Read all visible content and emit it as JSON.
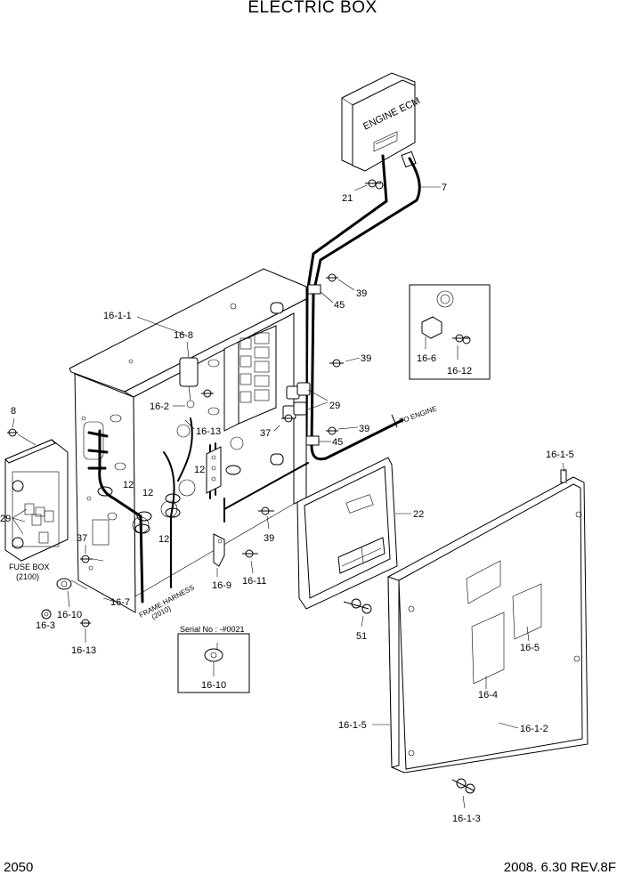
{
  "title": "ELECTRIC BOX",
  "footer": {
    "page_number": "2050",
    "revision": "2008. 6.30 REV.8F"
  },
  "components": {
    "ecm_label": "ENGINE ECM",
    "fuse_box": "FUSE BOX",
    "fuse_box_ref": "(2100)",
    "frame_harness": "FRAME HARNESS",
    "frame_harness_ref": "(2010)",
    "to_engine": "TO ENGINE",
    "serial_note": "Serial No : -#0021"
  },
  "callouts": {
    "c21": "21",
    "c7": "7",
    "c39a": "39",
    "c45a": "45",
    "c39b": "39",
    "c29a": "29",
    "c39c": "39",
    "c45b": "45",
    "c37a": "37",
    "c16_1_1": "16-1-1",
    "c16_8": "16-8",
    "c16_2": "16-2",
    "c16_13a": "16-13",
    "c8": "8",
    "c12a": "12",
    "c12b": "12",
    "c12c": "12",
    "c12d": "12",
    "c29b": "29",
    "c37b": "37",
    "c16_7": "16-7",
    "c16_10a": "16-10",
    "c16_3": "16-3",
    "c16_13b": "16-13",
    "c16_9": "16-9",
    "c16_11": "16-11",
    "c39d": "39",
    "c22": "22",
    "c51": "51",
    "c16_6": "16-6",
    "c16_12": "16-12",
    "c16_1_5a": "16-1-5",
    "c16_5": "16-5",
    "c16_4": "16-4",
    "c16_1_5b": "16-1-5",
    "c16_1_2": "16-1-2",
    "c16_1_3": "16-1-3",
    "c16_10b": "16-10"
  }
}
